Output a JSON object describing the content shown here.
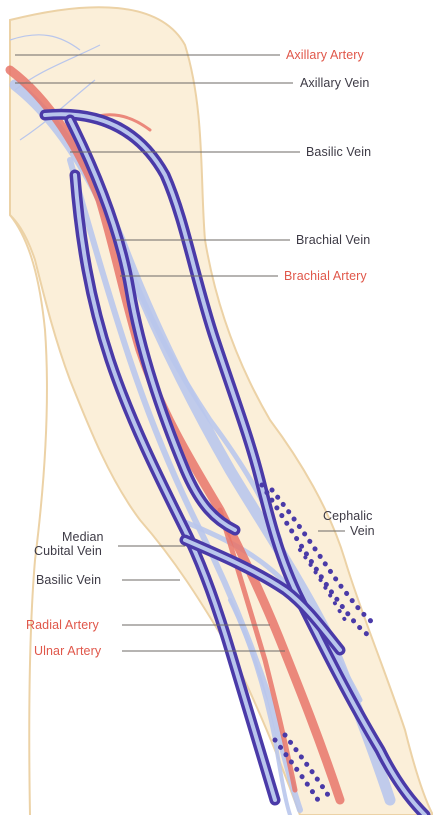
{
  "colors": {
    "skin_fill": "#fbefd9",
    "skin_edge": "#ecd2a6",
    "vein": "#4a3aa8",
    "vein_light": "#b9c6ec",
    "artery": "#e8756a",
    "vein_label": "#3d3a45",
    "artery_label": "#e0574a"
  },
  "labels": {
    "axillary_artery": "Axillary Artery",
    "axillary_vein": "Axillary Vein",
    "basilic_vein_upper": "Basilic Vein",
    "brachial_vein": "Brachial Vein",
    "brachial_artery": "Brachial Artery",
    "cephalic_vein_line1": "Cephalic",
    "cephalic_vein_line2": "Vein",
    "median_cubital_line1": "Median",
    "median_cubital_line2": "Cubital Vein",
    "basilic_vein_lower": "Basilic Vein",
    "radial_artery": "Radial Artery",
    "ulnar_artery": "Ulnar Artery"
  }
}
